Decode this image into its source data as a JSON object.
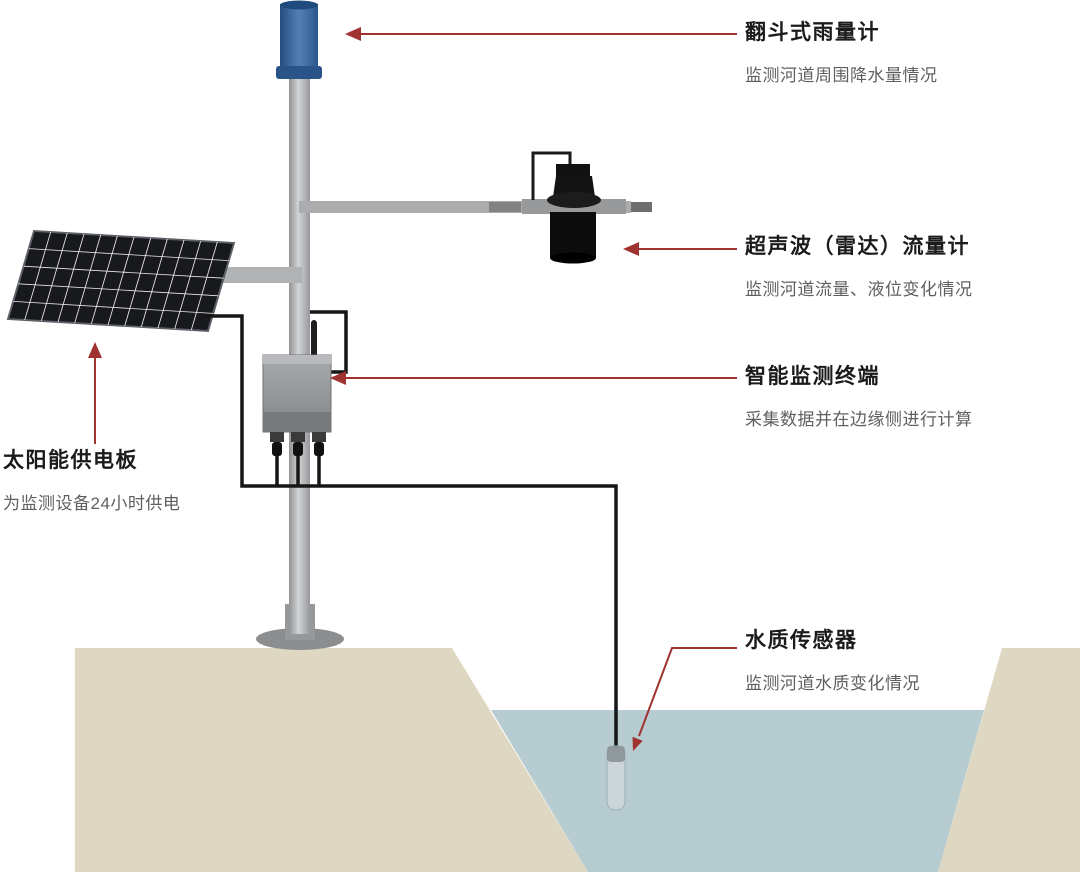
{
  "colors": {
    "accent": "#a03230",
    "ground": "#ded7c1",
    "water": "#b7ccd1",
    "pole": "#b4b6b8",
    "rain_gauge_blue": "#33639c",
    "device_black": "#141414",
    "title_text": "#1b1b1b",
    "desc_text": "#5f5f5f"
  },
  "labels": {
    "rain_gauge": {
      "title": "翻斗式雨量计",
      "desc": "监测河道周围降水量情况"
    },
    "flow_meter": {
      "title": "超声波（雷达）流量计",
      "desc": "监测河道流量、液位变化情况"
    },
    "terminal": {
      "title": "智能监测终端",
      "desc": "采集数据并在边缘侧进行计算"
    },
    "solar_panel": {
      "title": "太阳能供电板",
      "desc": "为监测设备24小时供电"
    },
    "water_sensor": {
      "title": "水质传感器",
      "desc": "监测河道水质变化情况"
    }
  }
}
